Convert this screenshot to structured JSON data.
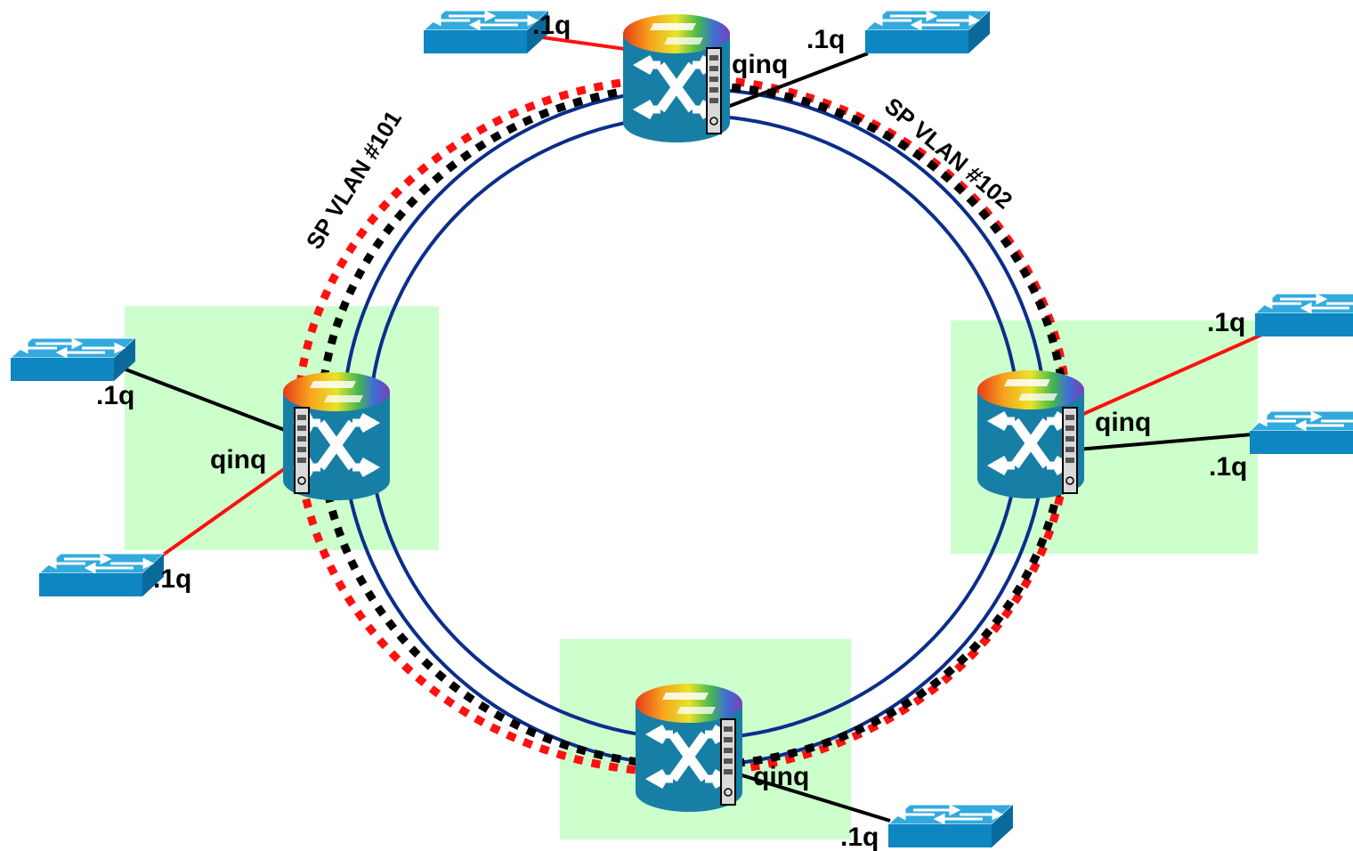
{
  "colors": {
    "zone_fill": "#ccffcc",
    "ring_blue": "#0b2e8a",
    "vlan_red": "#ff1010",
    "vlan_black": "#000000",
    "switch_top": "#33aadd",
    "switch_front": "#0e86c1",
    "router_body": "#177fa6"
  },
  "icons": {
    "provider_router": "provider-edge-router-icon",
    "customer_switch": "customer-switch-icon"
  },
  "vlans": {
    "left": "SP VLAN #101",
    "right": "SP VLAN #102"
  },
  "labels": {
    "top_left_dot1q": ".1q",
    "top_right_dot1q": ".1q",
    "top_qinq": "qinq",
    "left_top_dot1q": ".1q",
    "left_qinq": "qinq",
    "left_bottom_dot1q": ".1q",
    "right_top_dot1q": ".1q",
    "right_qinq": "qinq",
    "right_bottom_dot1q": ".1q",
    "bottom_qinq": "qinq",
    "bottom_dot1q": ".1q"
  }
}
